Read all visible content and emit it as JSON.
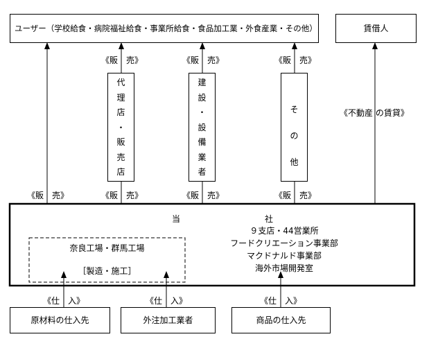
{
  "users_box": "ユーザー（学校給食・病院福祉給食・事業所給食・食品加工業・外食産業・その他）",
  "lessee_box": "賃借人",
  "sales_label": "《販　売》",
  "purchase_label": "《仕　入》",
  "real_estate_label": "《不動産 の賃貸》",
  "agents_vertical": [
    "代",
    "理",
    "店",
    "・",
    "販",
    "売",
    "店"
  ],
  "construction_vertical": [
    "建",
    "設",
    "・",
    "設",
    "備",
    "業",
    "者"
  ],
  "others_vertical": [
    "そ",
    "の",
    "他"
  ],
  "company": {
    "title_left": "当",
    "title_right": "社",
    "factories": "奈良工場・群馬工場",
    "factories_role": "［製造・施工］",
    "branches": "９支店・44営業所",
    "food_creation": "フードクリエーション事業部",
    "mcdonalds": "マクドナルド事業部",
    "overseas": "海外市場開発室"
  },
  "suppliers": {
    "raw_materials": "原材料の仕入先",
    "outsourcing": "外注加工業者",
    "goods": "商品の仕入先"
  }
}
